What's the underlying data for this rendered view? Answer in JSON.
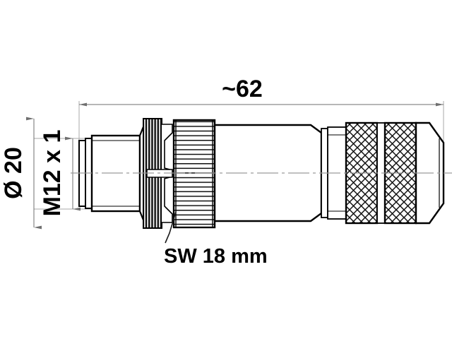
{
  "drawing": {
    "type": "technical-dimension-drawing",
    "subject": "M12 circular cable connector, male, shielded, screw termination",
    "background_color": "#ffffff",
    "line_color": "#000000",
    "thin_line_color": "#9a9a9a",
    "centerline_color": "#9a9a9a",
    "dimensions": {
      "overall_length": {
        "label": "~ 62",
        "text": "~62",
        "orientation": "horizontal",
        "position": "top",
        "unit_implied": "mm",
        "value": 62,
        "approximate": true
      },
      "outer_diameter": {
        "label": "Ø 20",
        "text": "Ø 20",
        "orientation": "vertical-rotated",
        "position": "left-outer",
        "unit_implied": "mm",
        "value": 20
      },
      "thread": {
        "label": "M12 x 1",
        "text": "M12 x 1",
        "orientation": "vertical-rotated",
        "position": "left-inner",
        "thread_size": "M12",
        "thread_pitch": 1
      },
      "wrench_size": {
        "label": "SW 18 mm",
        "text": "SW 18 mm",
        "orientation": "horizontal",
        "position": "bottom",
        "unit": "mm",
        "value": 18
      }
    },
    "features": [
      {
        "name": "threaded-nose",
        "kind": "M12x1 male thread"
      },
      {
        "name": "fine-knurl-flange",
        "kind": "fine axial knurl ring"
      },
      {
        "name": "hex-coupling-nut",
        "kind": "SW 18 mm ribbed coupling nut"
      },
      {
        "name": "body-barrel",
        "kind": "plain cylindrical body"
      },
      {
        "name": "step-shoulder",
        "kind": "tapered shoulder step"
      },
      {
        "name": "diamond-knurl-1",
        "kind": "diamond knurled grip band"
      },
      {
        "name": "diamond-knurl-2",
        "kind": "diamond knurled grip band"
      },
      {
        "name": "end-cap",
        "kind": "tapered cable entry cap"
      }
    ]
  }
}
